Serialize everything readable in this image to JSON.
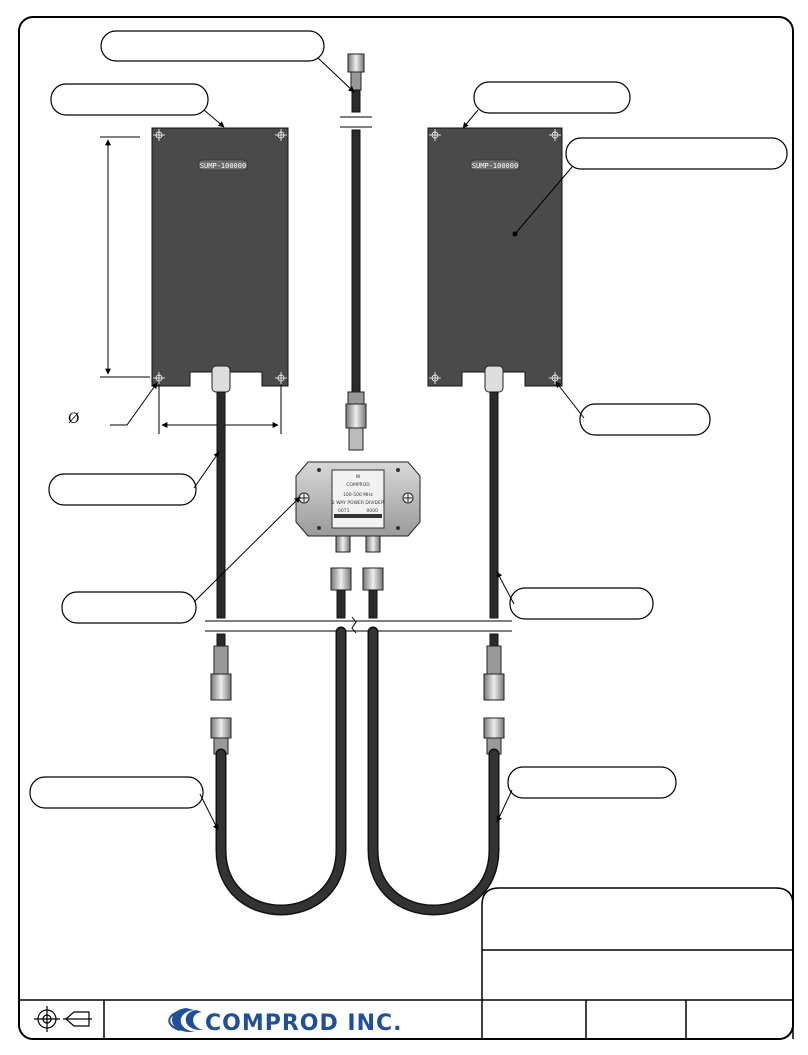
{
  "company": {
    "name": "COMPROD INC.",
    "brand_color": "#1e4f9c"
  },
  "antennas": {
    "left": {
      "model_label": "SUMP-100000"
    },
    "right": {
      "model_label": "SUMP-100000"
    }
  },
  "splitter": {
    "line1": "W",
    "line2": "COMPROD",
    "line3": "100-500 MHz",
    "line4": "2 WAY POWER DIVIDER",
    "line5_left": "0071",
    "line5_right": "0000"
  },
  "dimension": {
    "diameter_symbol": "Ø"
  },
  "colors": {
    "antenna_body": "#4a4a4a",
    "cable": "#2b2b2b",
    "outline": "#111111"
  },
  "icons": [
    "third-angle-projection-icon"
  ]
}
